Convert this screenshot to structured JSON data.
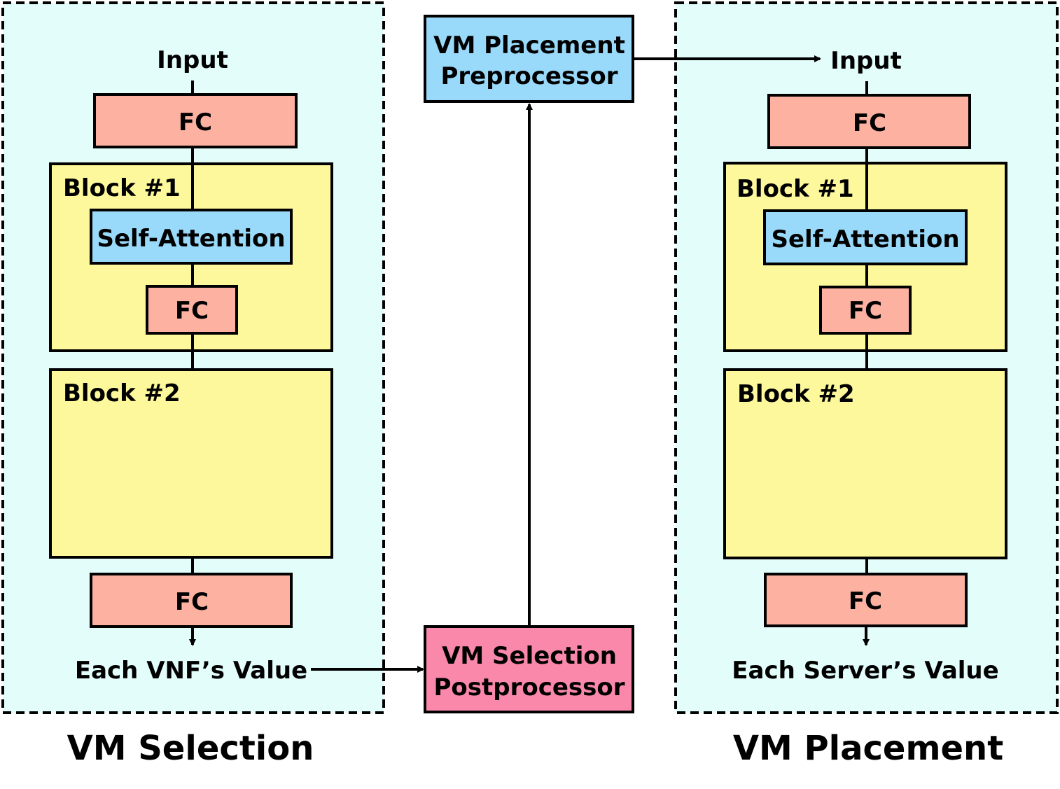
{
  "colors": {
    "panel_bg": "#e3fdfb",
    "fc": "#fdb1a1",
    "block": "#fdf89b",
    "attention": "#99d9f9",
    "postprocessor": "#f988aa",
    "line": "#000000"
  },
  "left_panel": {
    "caption": "VM Selection",
    "input_label": "Input",
    "fc_top": "FC",
    "block1_label": "Block #1",
    "attention_label": "Self-Attention",
    "fc_inner": "FC",
    "block2_label": "Block #2",
    "fc_bottom": "FC",
    "output_label": "Each VNF’s Value"
  },
  "right_panel": {
    "caption": "VM Placement",
    "input_label": "Input",
    "fc_top": "FC",
    "block1_label": "Block #1",
    "attention_label": "Self-Attention",
    "fc_inner": "FC",
    "block2_label": "Block #2",
    "fc_bottom": "FC",
    "output_label": "Each Server’s Value"
  },
  "middle": {
    "preprocessor": [
      "VM Placement",
      "Preprocessor"
    ],
    "postprocessor": [
      "VM Selection",
      "Postprocessor"
    ]
  }
}
